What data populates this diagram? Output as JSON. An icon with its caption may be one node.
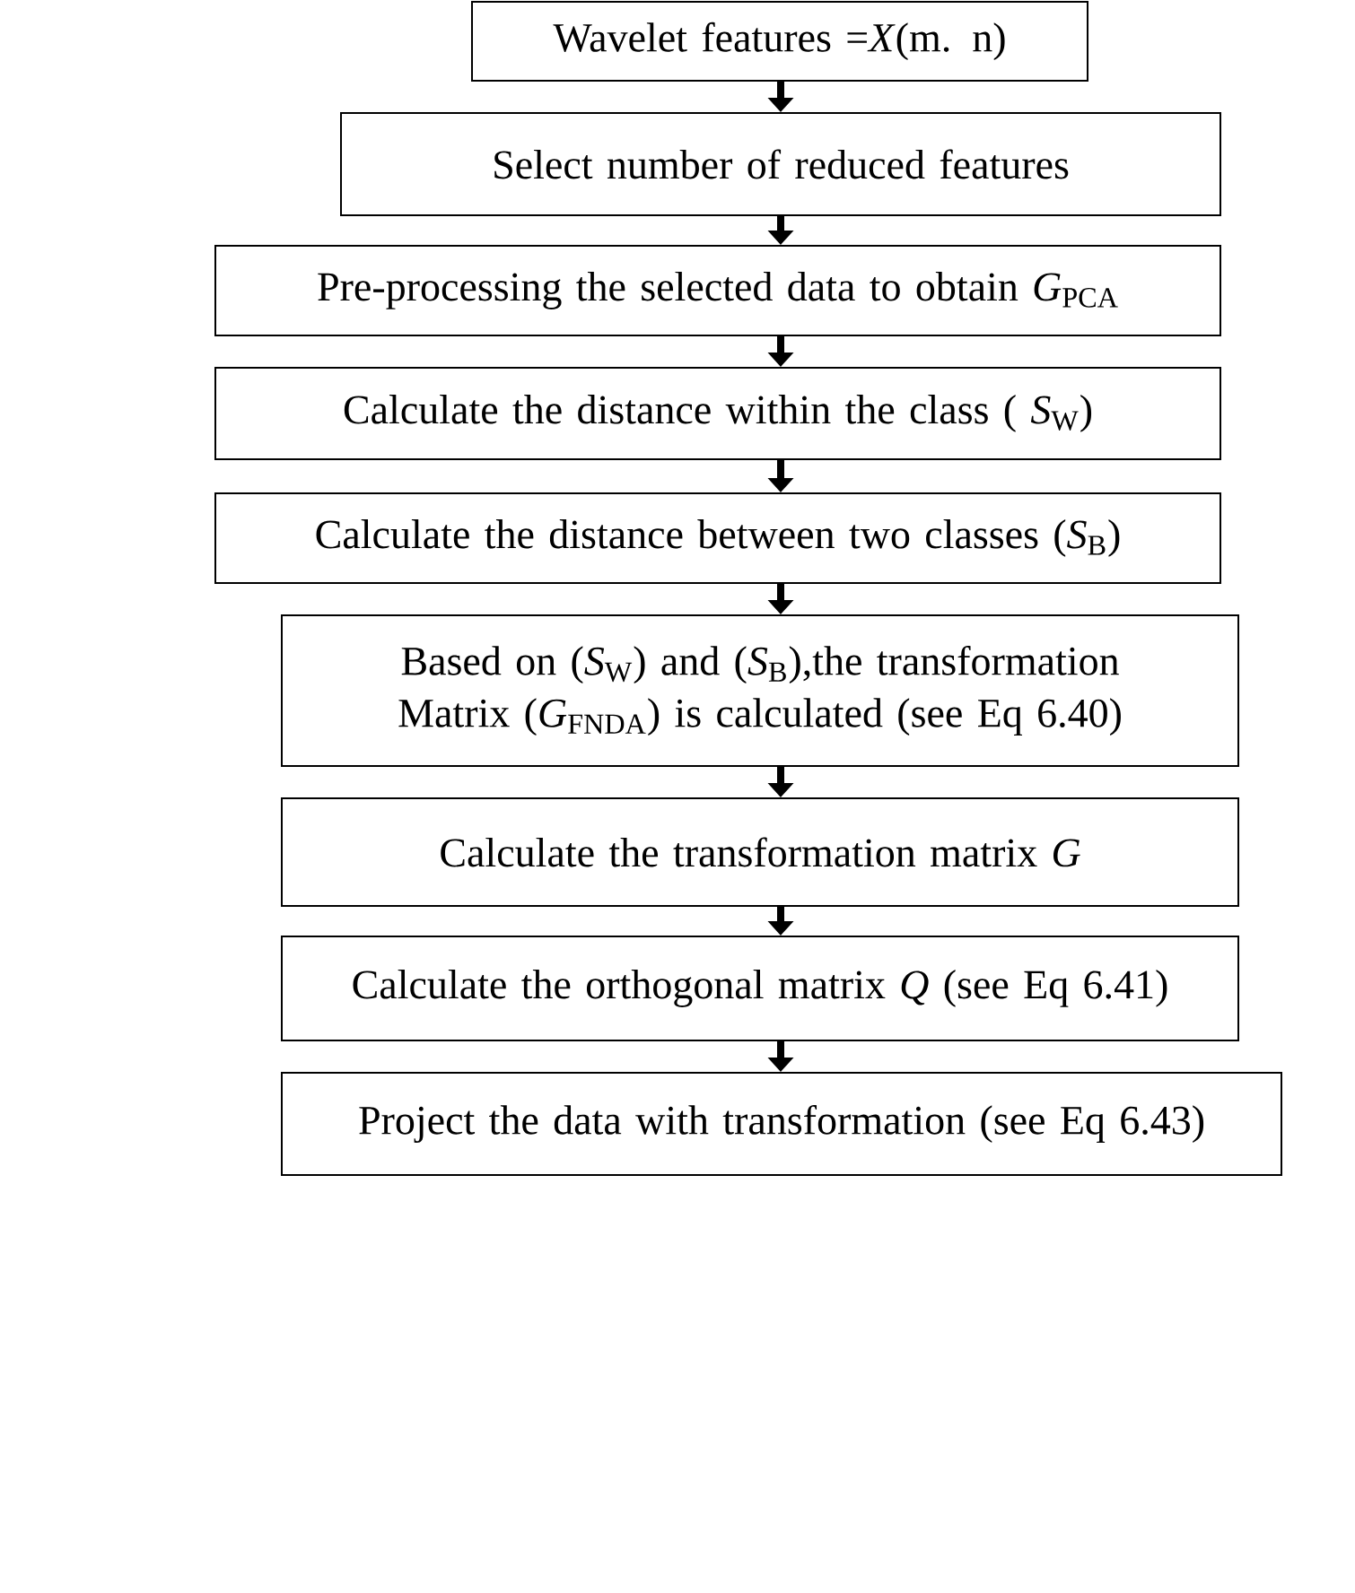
{
  "diagram": {
    "nodes": [
      {
        "text": [
          "Wavelet features =*X*(m. n)"
        ]
      },
      {
        "text": [
          "Select number of reduced features"
        ]
      },
      {
        "text": [
          "Pre-processing the selected data to obtain *G*$_{PCA}$"
        ]
      },
      {
        "text": [
          "Calculate the distance within the class ( *S*$_{W}$)"
        ]
      },
      {
        "text": [
          "Calculate the distance between two classes (*S*$_{B}$)"
        ]
      },
      {
        "text": [
          "Based on (*S*$_{W}$) and (*S*$_{B}$),the transformation Matrix (*G*$_{FNDA}$) is calculated (see Eq 6.40)"
        ]
      },
      {
        "text": [
          "Calculate the transformation matrix  *G*"
        ]
      },
      {
        "text": [
          "Calculate the orthogonal matrix *Q* (see Eq 6.41)"
        ]
      },
      {
        "text": [
          "Project the data with transformation (see Eq 6.43)"
        ]
      }
    ],
    "edges": [
      {
        "from": 0,
        "to": 1,
        "arrow": "to"
      },
      {
        "from": 1,
        "to": 2,
        "arrow": "to"
      },
      {
        "from": 2,
        "to": 3,
        "arrow": "to"
      },
      {
        "from": 3,
        "to": 4,
        "arrow": "to"
      },
      {
        "from": 4,
        "to": 5,
        "arrow": "to"
      },
      {
        "from": 5,
        "to": 6,
        "arrow": "to"
      },
      {
        "from": 6,
        "to": 7,
        "arrow": "to"
      },
      {
        "from": 7,
        "to": 8,
        "arrow": "to"
      }
    ]
  }
}
